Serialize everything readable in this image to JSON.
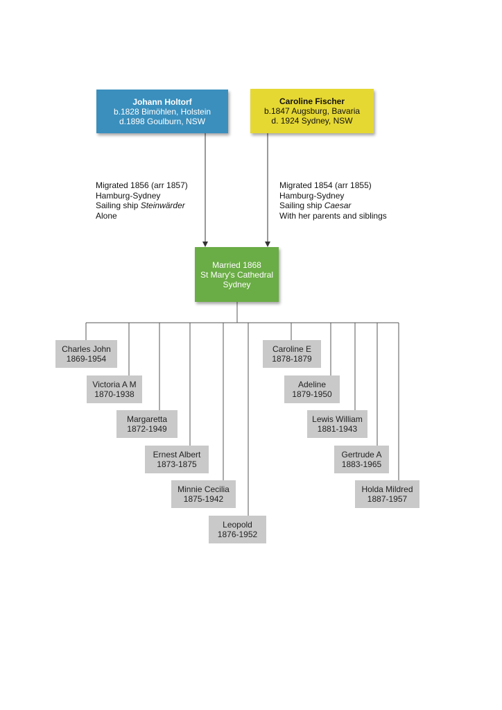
{
  "parents": {
    "father": {
      "name": "Johann Holtorf",
      "birth": "b.1828 Bimöhlen, Holstein",
      "death": "d.1898 Goulburn, NSW",
      "color": "#3a8fbd"
    },
    "mother": {
      "name": "Caroline Fischer",
      "birth": "b.1847 Augsburg, Bavaria",
      "death": "d. 1924 Sydney, NSW",
      "color": "#e6d833"
    }
  },
  "migration": {
    "father": {
      "line1": "Migrated 1856 (arr 1857)",
      "line2": "Hamburg-Sydney",
      "ship_prefix": "Sailing ship ",
      "ship_name": "Steinwärder",
      "line4": "Alone"
    },
    "mother": {
      "line1": "Migrated 1854 (arr 1855)",
      "line2": "Hamburg-Sydney",
      "ship_prefix": "Sailing ship ",
      "ship_name": "Caesar",
      "line4": "With her parents and siblings"
    }
  },
  "marriage": {
    "line1": "Married 1868",
    "line2": "St Mary's Cathedral",
    "line3": "Sydney",
    "color": "#6aac45"
  },
  "children": [
    {
      "name": "Charles John",
      "years": "1869-1954"
    },
    {
      "name": "Victoria A M",
      "years": "1870-1938"
    },
    {
      "name": "Margaretta",
      "years": "1872-1949"
    },
    {
      "name": "Ernest Albert",
      "years": "1873-1875"
    },
    {
      "name": "Minnie Cecilia",
      "years": "1875-1942"
    },
    {
      "name": "Leopold",
      "years": "1876-1952"
    },
    {
      "name": "Caroline E",
      "years": "1878-1879"
    },
    {
      "name": "Adeline",
      "years": "1879-1950"
    },
    {
      "name": "Lewis William",
      "years": "1881-1943"
    },
    {
      "name": "Gertrude A",
      "years": "1883-1965"
    },
    {
      "name": "Holda Mildred",
      "years": "1887-1957"
    }
  ]
}
